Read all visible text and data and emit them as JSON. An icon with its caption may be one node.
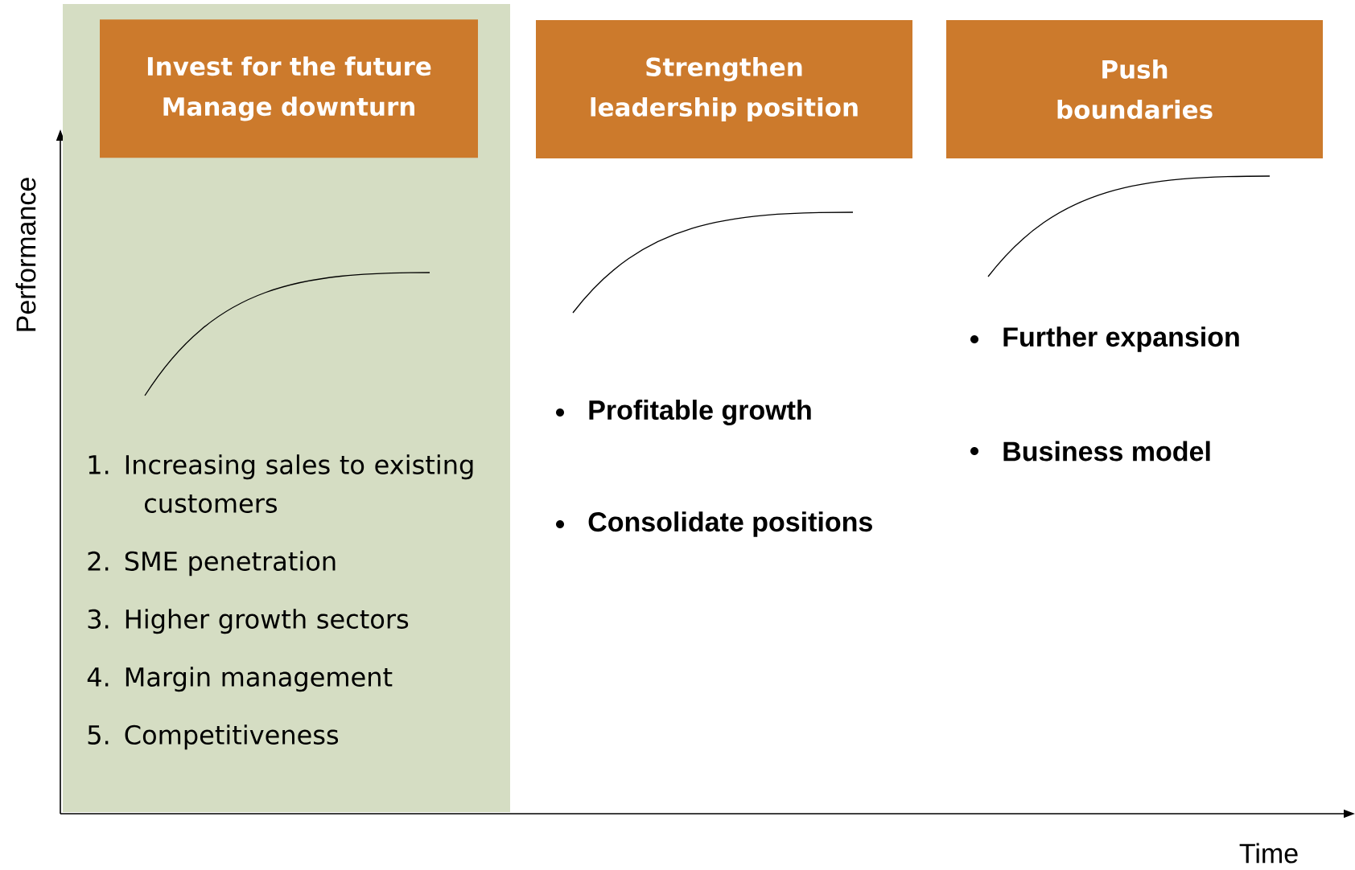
{
  "diagram": {
    "nodes": [
      {
        "text": [
          "1. Increasing sales to existing customers",
          "2. SME penetration",
          "3. Higher growth sectors",
          "4. Margin management",
          "5. Competitiveness"
        ]
      },
      {
        "text": [
          "Invest for the future Manage downturn"
        ],
        "in": 0
      },
      {
        "text": [
          "Strengthen leadership position"
        ]
      },
      {
        "text": [
          "Push boundaries"
        ]
      }
    ],
    "labels": [
      "Profitable growth",
      "Consolidate positions",
      "Further expansion",
      "Business model",
      "Performance",
      "Time"
    ]
  }
}
